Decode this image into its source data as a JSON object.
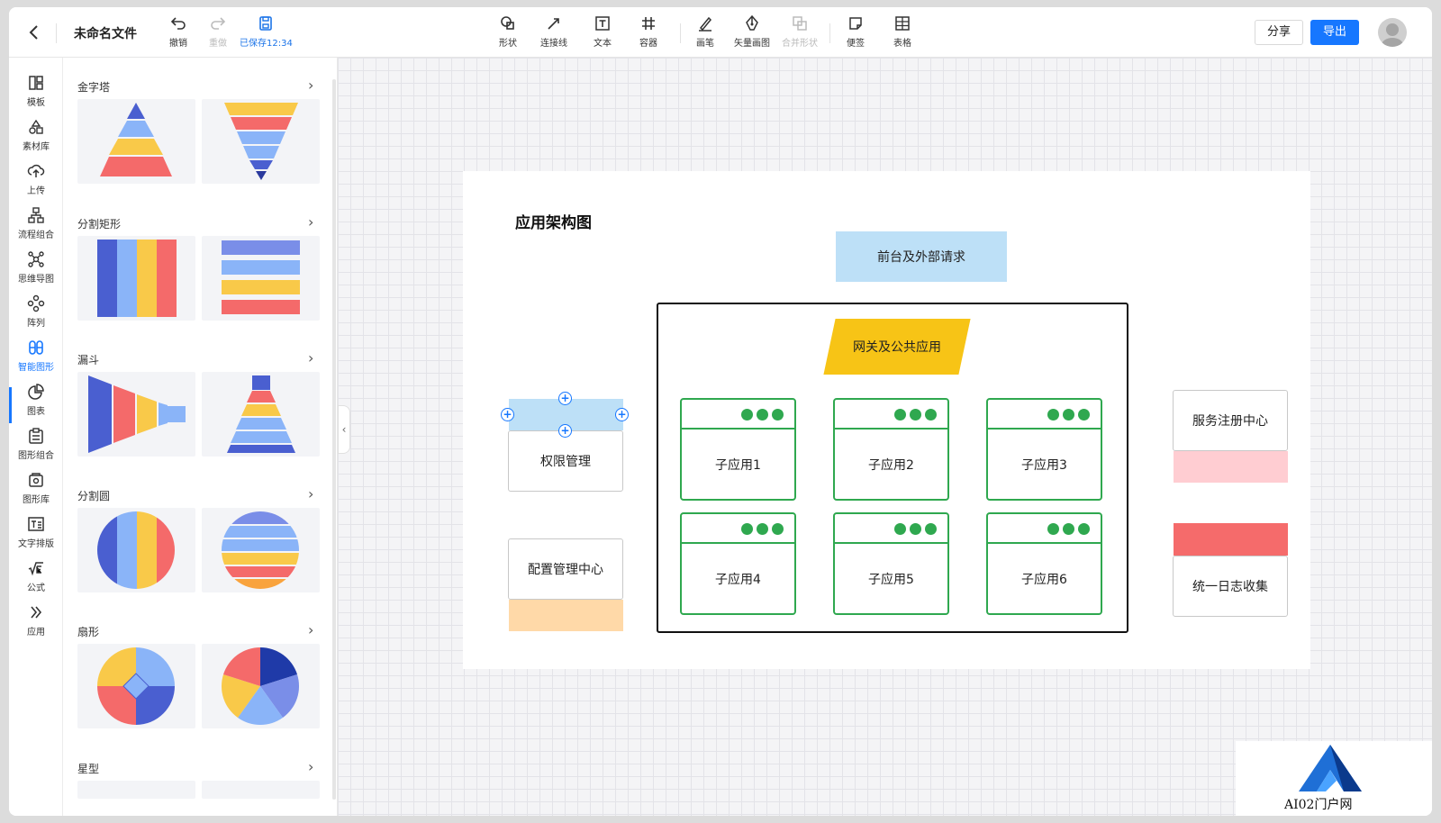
{
  "topbar": {
    "file_name": "未命名文件",
    "undo": "撤销",
    "redo": "重做",
    "saved": "已保存12:34",
    "tools": [
      "形状",
      "连接线",
      "文本",
      "容器",
      "画笔",
      "矢量画图",
      "合并形状",
      "便签",
      "表格"
    ],
    "share": "分享",
    "export": "导出"
  },
  "rail": [
    "模板",
    "素材库",
    "上传",
    "流程组合",
    "思维导图",
    "阵列",
    "智能图形",
    "图表",
    "图形组合",
    "图形库",
    "文字排版",
    "公式",
    "应用"
  ],
  "panel": {
    "sections": [
      "金字塔",
      "分割矩形",
      "漏斗",
      "分割圆",
      "扇形",
      "星型"
    ]
  },
  "diagram": {
    "title": "应用架构图",
    "front": "前台及外部请求",
    "gateway": "网关及公共应用",
    "apps": [
      "子应用1",
      "子应用2",
      "子应用3",
      "子应用4",
      "子应用5",
      "子应用6"
    ],
    "permission": "权限管理",
    "config": "配置管理中心",
    "registry": "服务注册中心",
    "log": "统一日志收集"
  },
  "colors": {
    "accent": "#1677ff",
    "front": "#bde0f7",
    "gateway": "#f7c416",
    "app_green": "#2fa84f",
    "permission_top": "#bde0f7",
    "config_bottom": "#ffd9a8",
    "registry_bottom": "#ffcdd2",
    "log_top": "#f56b6b"
  },
  "watermark": "AI02门户网"
}
